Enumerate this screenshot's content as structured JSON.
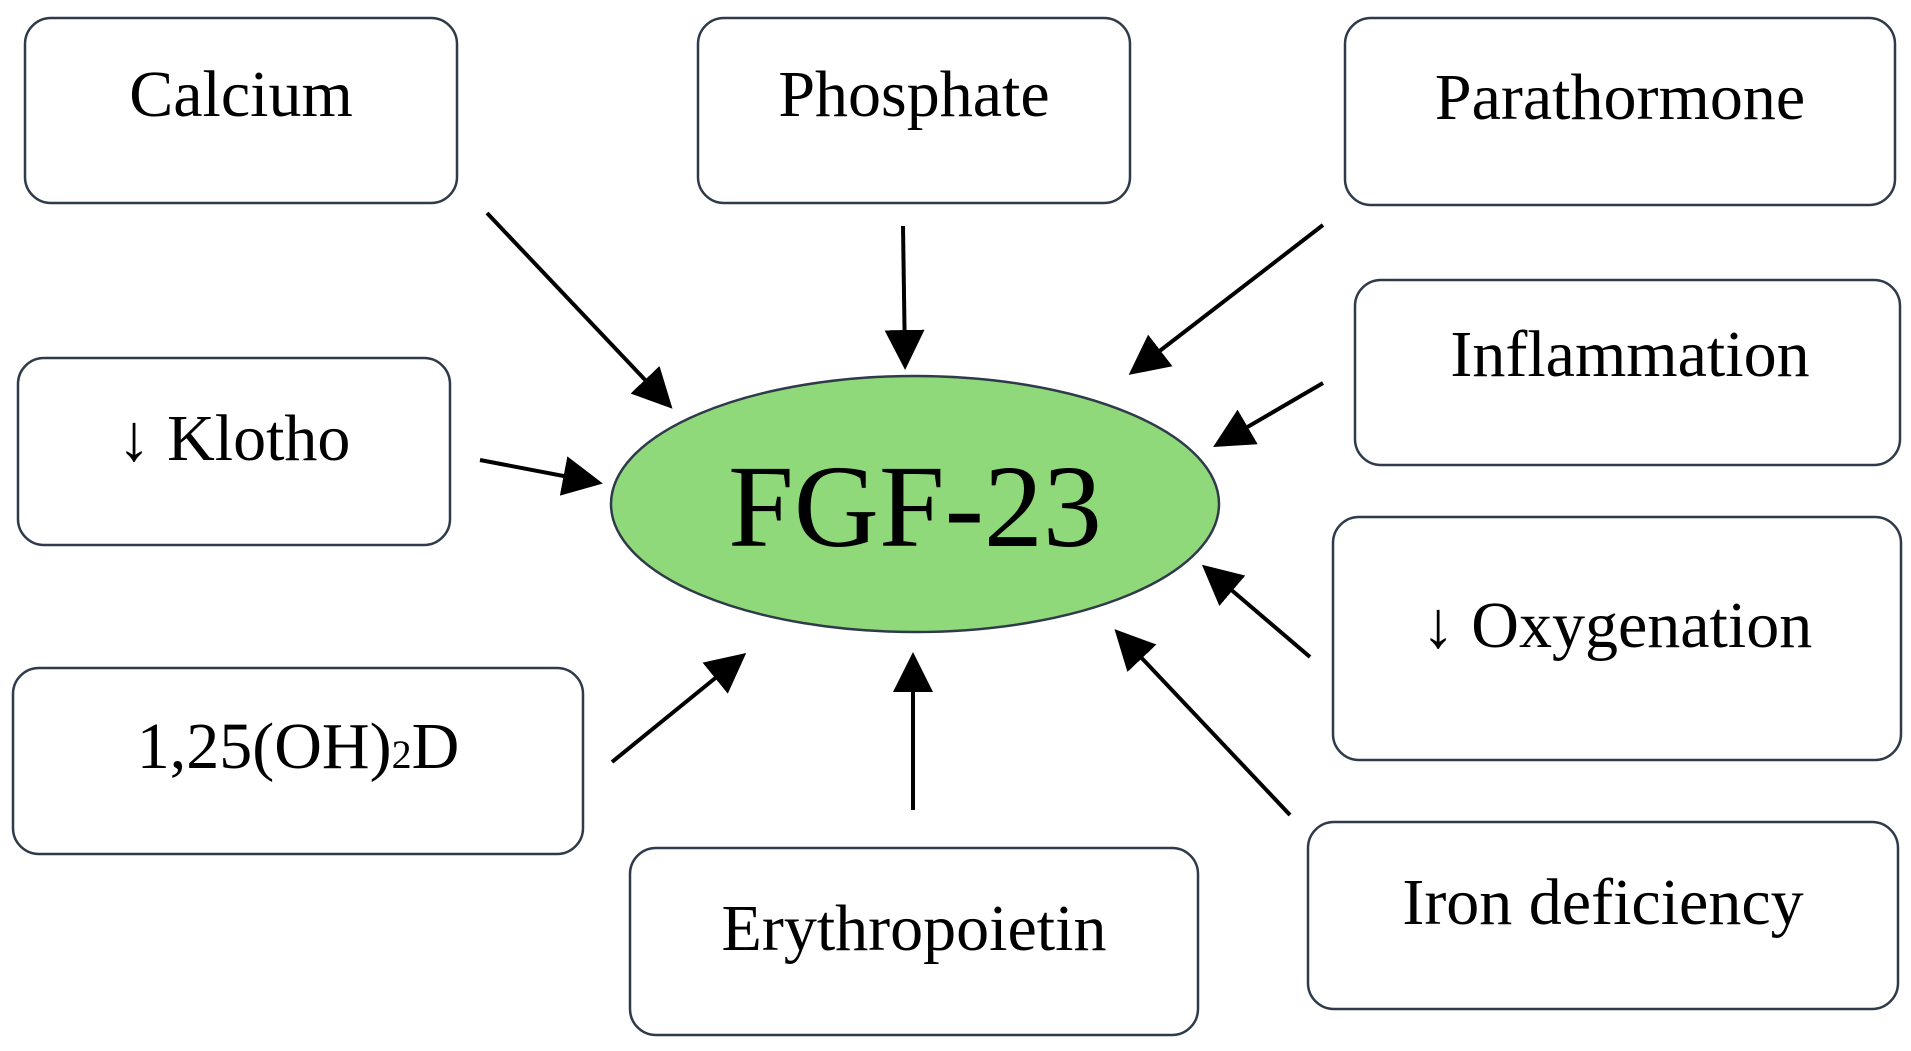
{
  "center": {
    "label": "FGF-23",
    "fill_color": "#8fd97a"
  },
  "factors": {
    "calcium": "Calcium",
    "phosphate": "Phosphate",
    "parathormone": "Parathormone",
    "inflammation": "Inflammation",
    "klotho": "↓ Klotho",
    "oxygenation": "↓ Oxygenation",
    "vitamin_d": "1,25(OH)",
    "vitamin_d_subscript": "2",
    "vitamin_d_suffix": "D",
    "erythropoietin": "Erythropoietin",
    "iron_deficiency": "Iron deficiency"
  },
  "colors": {
    "border": "#2f3a4a",
    "arrow": "#000000",
    "background": "#ffffff"
  }
}
